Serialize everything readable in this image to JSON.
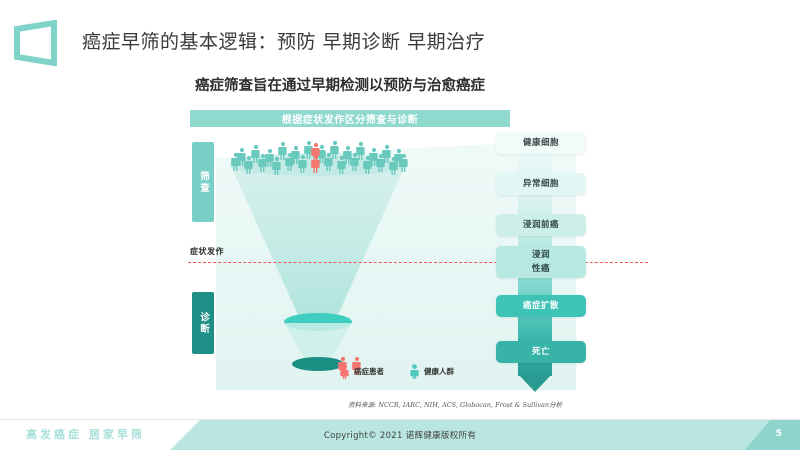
{
  "slide": {
    "title": "癌症早筛的基本逻辑：预防  早期诊断  早期治疗",
    "subtitle": "癌症筛查旨在通过早期检测以预防与治愈癌症",
    "banner": "根据症状发作区分筛查与诊断"
  },
  "diagram": {
    "left_bars": [
      {
        "name": "screening",
        "label": "筛查",
        "color": "#79cfc6"
      },
      {
        "name": "diagnosis",
        "label": "诊断",
        "color": "#1e8f86"
      }
    ],
    "onset_line_label": "症状发作",
    "onset_line_color": "#f05a5a",
    "stages": [
      {
        "label": "健康细胞",
        "bg": "#f2fbfa",
        "fg": "#3a4a4a",
        "two_line": false
      },
      {
        "label": "异常细胞",
        "bg": "#e2f7f4",
        "fg": "#3a4a4a",
        "two_line": false
      },
      {
        "label": "浸润前癌",
        "bg": "#cdefe9",
        "fg": "#32474a",
        "two_line": false
      },
      {
        "label": "浸润性癌",
        "line1": "浸润",
        "line2": "性癌",
        "bg": "#b7e8e1",
        "fg": "#2d4446",
        "two_line": true
      },
      {
        "label": "癌症扩散",
        "bg": "#3fc3b6",
        "fg": "#ffffff",
        "two_line": false
      },
      {
        "label": "死亡",
        "bg": "#37b3a8",
        "fg": "#ffffff",
        "two_line": false
      }
    ],
    "legend": [
      {
        "label": "癌症患者",
        "color": "#f4766f"
      },
      {
        "label": "健康人群",
        "color": "#4fc9bd"
      }
    ],
    "source": "资料来源: NCCR, IARC, NIH, ACS, Globocan, Frost & Sullivan分析"
  },
  "footer": {
    "left": "高发癌症  居家早筛",
    "copyright": "Copyright© 2021   诺辉健康版权所有",
    "page": "5"
  },
  "colors": {
    "brand_teal": "#8fd9cf",
    "deep_teal": "#1e8f86",
    "accent_red": "#f05a5a"
  }
}
